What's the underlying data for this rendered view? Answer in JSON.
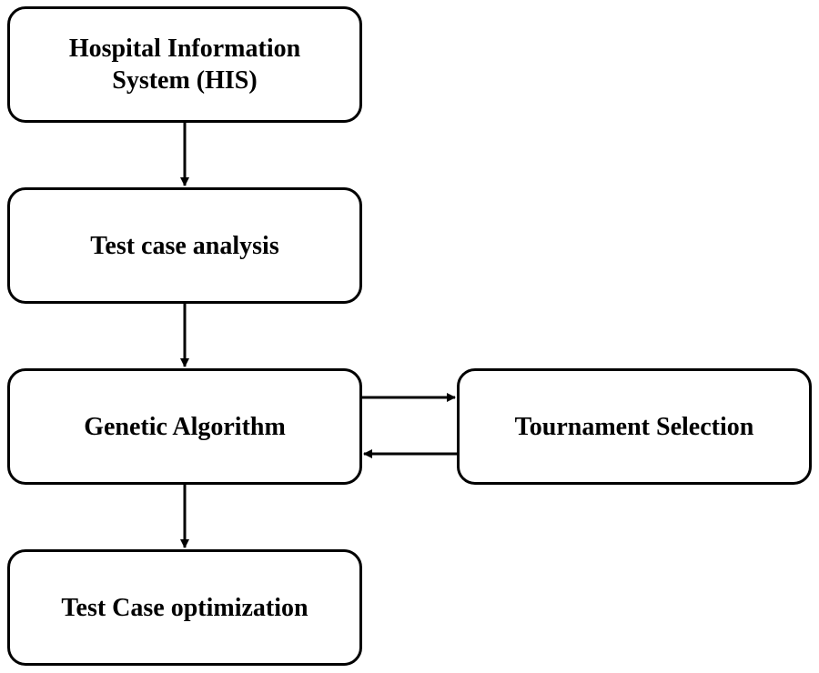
{
  "diagram": {
    "nodes": {
      "his": {
        "label": "Hospital Information\nSystem (HIS)"
      },
      "analysis": {
        "label": "Test case analysis"
      },
      "ga": {
        "label": "Genetic Algorithm"
      },
      "tournament": {
        "label": "Tournament  Selection"
      },
      "optimization": {
        "label": "Test Case optimization"
      }
    },
    "edges": [
      {
        "from": "his",
        "to": "analysis"
      },
      {
        "from": "analysis",
        "to": "ga"
      },
      {
        "from": "ga",
        "to": "tournament"
      },
      {
        "from": "tournament",
        "to": "ga"
      },
      {
        "from": "ga",
        "to": "optimization"
      }
    ],
    "colors": {
      "stroke": "#000000",
      "fill": "#ffffff",
      "text": "#000000"
    }
  }
}
